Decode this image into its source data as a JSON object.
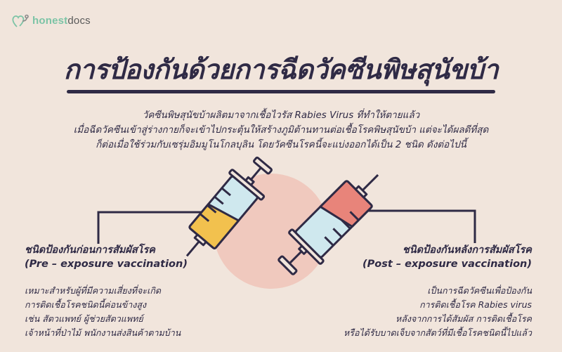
{
  "brand": {
    "logo_icon": "heart-stethoscope-icon",
    "name_a": "honest",
    "name_b": "docs",
    "accent": "#7cc4a6"
  },
  "title": "การป้องกันด้วยการฉีดวัคซีนพิษสุนัขบ้า",
  "intro": [
    "วัคซีนพิษสุนัขบ้าผลิตมาจากเชื้อไวรัส Rabies Virus ที่ทำให้ตายแล้ว",
    "เมื่อฉีดวัคซีนเข้าสู่ร่างกายก็จะเข้าไปกระตุ้นให้สร้างภูมิต้านทานต่อเชื้อโรคพิษสุนัขบ้า แต่จะได้ผลดีที่สุด",
    "ก็ต่อเมื่อใช้ร่วมกับเซรุ่มอิมมูโนโกลบุลิน โดยวัคซีนโรคนี้จะแบ่งออกได้เป็น 2 ชนิด ดังต่อไปนี้"
  ],
  "pre": {
    "heading": "ชนิดป้องกันก่อนการสัมผัสโรค",
    "subheading": "(Pre – exposure vaccination)",
    "lines": [
      "เหมาะสำหรับผู้ที่มีความเสี่ยงที่จะเกิด",
      "การติดเชื้อโรคชนิดนี้ค่อนข้างสูง",
      "เช่น สัตวแพทย์ ผู้ช่วยสัตวแพทย์",
      "เจ้าหน้าที่ป่าไม้ พนักงานส่งสินค้าตามบ้าน"
    ],
    "liquid_color": "#f2c14e"
  },
  "post": {
    "heading": "ชนิดป้องกันหลังการสัมผัสโรค",
    "subheading": "(Post – exposure vaccination)",
    "lines": [
      "เป็นการฉีดวัคซีนเพื่อป้องกัน",
      "การติดเชื้อโรค Rabies virus",
      "หลังจากการได้สัมผัส การติดเชื้อโรค",
      "หรือได้รับบาดเจ็บจากสัตว์ที่มีเชื้อโรคชนิดนี้ไปแล้ว"
    ],
    "liquid_color": "#e8847a"
  },
  "colors": {
    "background": "#f1e5dc",
    "ink": "#2f2a45",
    "circle": "#f0c9be",
    "glass": "#cfe8ee"
  }
}
